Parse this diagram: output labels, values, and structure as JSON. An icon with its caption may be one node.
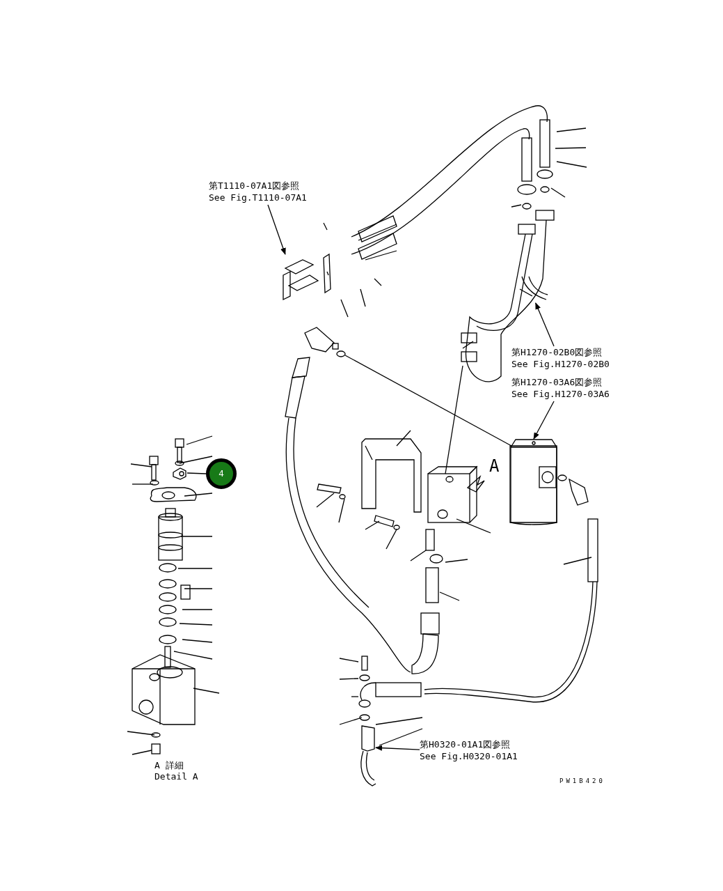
{
  "diagram": {
    "nodes": [
      {
        "text": [
          "第T1110-07A1図参照",
          "See Fig.T1110-07A1"
        ]
      },
      {
        "text": [],
        "shape": "picture"
      },
      {
        "text": [
          "第H1270-02B0図参照",
          "See Fig.H1270-02B0"
        ]
      },
      {
        "text": [],
        "shape": "picture"
      },
      {
        "text": [
          "第H1270-03A6図参照",
          "See Fig.H1270-03A6"
        ]
      },
      {
        "text": [],
        "shape": "picture"
      },
      {
        "text": [
          "第H0320-01A1図参照",
          "See Fig.H0320-01A1"
        ]
      },
      {
        "text": [],
        "shape": "picture"
      },
      {
        "text": [
          "4"
        ]
      },
      {
        "text": [],
        "shape": "picture"
      }
    ],
    "edges": [
      {
        "from": 0,
        "to": 1,
        "arrow": "to"
      },
      {
        "from": 2,
        "to": 3,
        "arrow": "to"
      },
      {
        "from": 4,
        "to": 5,
        "arrow": "to"
      },
      {
        "from": 6,
        "to": 7,
        "arrow": "to"
      },
      {
        "from": 8,
        "to": 9,
        "arrow": "none"
      }
    ],
    "labels": [
      "A",
      "A 詳細",
      "Detail A",
      "PW1B420"
    ]
  }
}
